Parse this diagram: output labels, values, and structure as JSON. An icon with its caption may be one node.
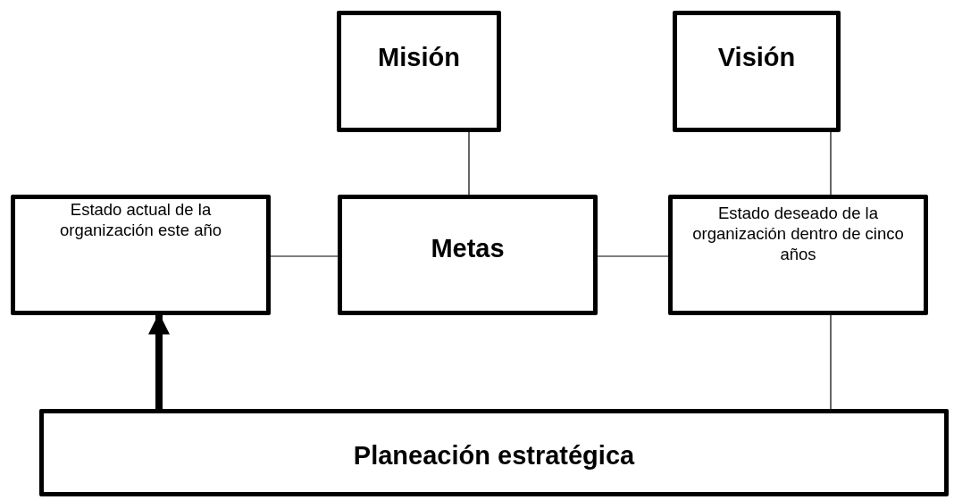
{
  "diagram": {
    "nodes": [
      {
        "text": [
          "Misión"
        ]
      },
      {
        "text": [
          "Visión"
        ]
      },
      {
        "text": [
          "Estado actual de la organización este año"
        ]
      },
      {
        "text": [
          "Metas"
        ]
      },
      {
        "text": [
          "Estado deseado de la organización dentro de cinco años"
        ]
      },
      {
        "text": [
          "Planeación estratégica"
        ]
      }
    ],
    "edges": [
      {
        "from": 0,
        "to": 3,
        "arrow": "none"
      },
      {
        "from": 1,
        "to": 4,
        "arrow": "none"
      },
      {
        "from": 2,
        "to": 3,
        "arrow": "none"
      },
      {
        "from": 3,
        "to": 4,
        "arrow": "none"
      },
      {
        "from": 5,
        "to": 2,
        "arrow": "to",
        "style": "thick"
      },
      {
        "from": 4,
        "to": 5,
        "arrow": "none"
      }
    ]
  }
}
